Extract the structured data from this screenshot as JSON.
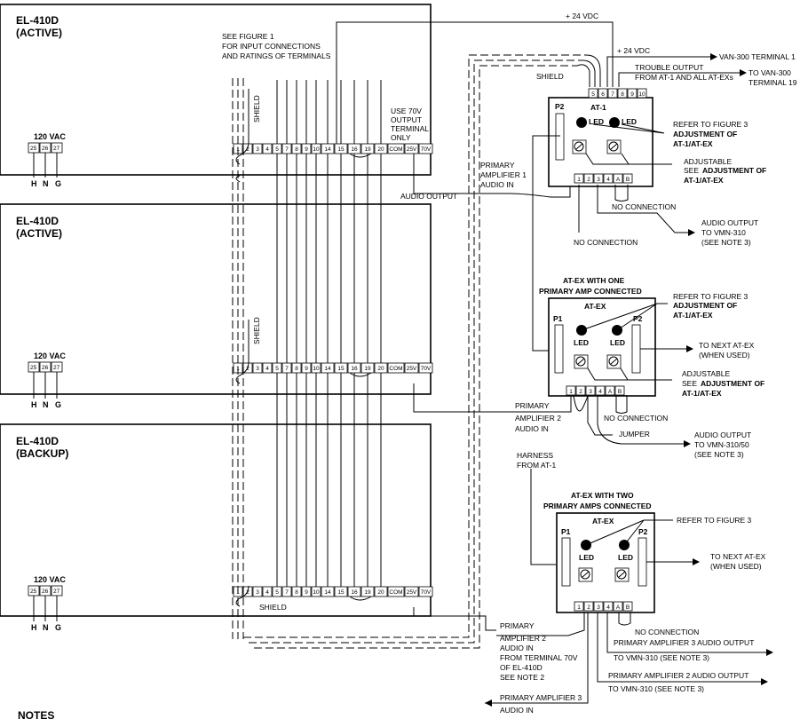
{
  "units": [
    {
      "title": "EL-410D",
      "mode": "(ACTIVE)",
      "power": "120 VAC",
      "power_terminals": [
        "25",
        "26",
        "27"
      ],
      "hng": [
        "H",
        "N",
        "G"
      ]
    },
    {
      "title": "EL-410D",
      "mode": "(ACTIVE)",
      "power": "120 VAC",
      "power_terminals": [
        "25",
        "26",
        "27"
      ],
      "hng": [
        "H",
        "N",
        "G"
      ]
    },
    {
      "title": "EL-410D",
      "mode": "(BACKUP)",
      "power": "120 VAC",
      "power_terminals": [
        "25",
        "26",
        "27"
      ],
      "hng": [
        "H",
        "N",
        "G"
      ]
    }
  ],
  "unit_terminals": [
    "1",
    "2",
    "3",
    "4",
    "5",
    "7",
    "8",
    "9",
    "10",
    "14",
    "15",
    "16",
    "19",
    "20",
    "COM",
    "25V",
    "70V"
  ],
  "see_figure_1": [
    "SEE FIGURE 1",
    "FOR INPUT CONNECTIONS",
    "AND RATINGS OF TERMINALS"
  ],
  "use_70v": [
    "USE 70V",
    "OUTPUT",
    "TERMINAL",
    "ONLY"
  ],
  "shield": "SHIELD",
  "audio_output": "AUDIO OUTPUT",
  "primary_amp1": [
    "PRIMARY",
    "AMPLIFIER 1",
    "AUDIO IN"
  ],
  "primary_amp2": [
    "PRIMARY",
    "AMPLIFIER 2",
    "AUDIO IN"
  ],
  "harness": [
    "HARNESS",
    "FROM AT-1"
  ],
  "vdc_24": "+ 24 VDC",
  "van_terminal1": "VAN-300 TERMINAL 1",
  "trouble_output": [
    "TROUBLE OUTPUT",
    "FROM AT-1 AND ALL AT-EXs"
  ],
  "to_van_terminal19": [
    "TO VAN-300",
    "TERMINAL 19"
  ],
  "at1": {
    "title": "AT-1",
    "top_terminals": [
      "5",
      "6",
      "7",
      "8",
      "9",
      "10"
    ],
    "p": "P2",
    "led": "LED",
    "bottom_terminals": [
      "1",
      "2",
      "3",
      "4",
      "A",
      "B"
    ]
  },
  "refer_fig3": "REFER TO FIGURE 3",
  "adjustment_of": "ADJUSTMENT OF",
  "at1_atex": "AT-1/AT-EX",
  "adjustable": "ADJUSTABLE",
  "see": "SEE",
  "no_connection": "NO CONNECTION",
  "audio_out_vmn310": [
    "AUDIO OUTPUT",
    "TO VMN-310",
    "(SEE NOTE 3)"
  ],
  "atex1": {
    "heading": [
      "AT-EX WITH ONE",
      "PRIMARY AMP CONNECTED"
    ],
    "title": "AT-EX",
    "p1": "P1",
    "p2": "P2",
    "led": "LED",
    "bottom_terminals": [
      "1",
      "2",
      "3",
      "4",
      "A",
      "B"
    ]
  },
  "to_next_atex": [
    "TO NEXT AT-EX",
    "(WHEN USED)"
  ],
  "jumper": "JUMPER",
  "audio_out_vmn31050": [
    "AUDIO OUTPUT",
    "TO VMN-310/50",
    "(SEE NOTE 3)"
  ],
  "atex2": {
    "heading": [
      "AT-EX WITH TWO",
      "PRIMARY AMPS CONNECTED"
    ],
    "title": "AT-EX",
    "p1": "P1",
    "p2": "P2",
    "led": "LED",
    "bottom_terminals": [
      "1",
      "2",
      "3",
      "4",
      "A",
      "B"
    ]
  },
  "primary_amp2_note": [
    "PRIMARY",
    "AMPLIFIER 2",
    "AUDIO IN",
    "FROM TERMINAL 70V",
    "OF EL-410D",
    "SEE NOTE 2"
  ],
  "pa3_audio_out": "PRIMARY AMPLIFIER 3 AUDIO OUTPUT",
  "to_vmn310_note3": "TO VMN-310 (SEE NOTE 3)",
  "pa2_audio_out": "PRIMARY AMPLIFIER 2 AUDIO OUTPUT",
  "primary_amp3_in": [
    "PRIMARY AMPLIFIER 3",
    "AUDIO IN"
  ],
  "notes": "NOTES"
}
